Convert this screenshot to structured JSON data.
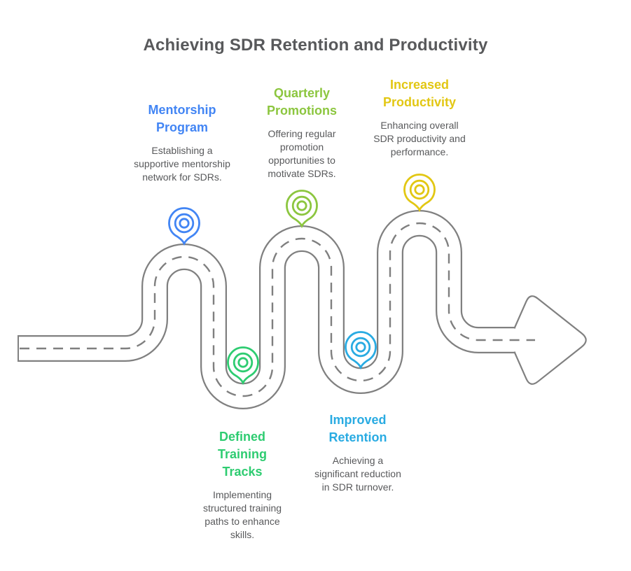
{
  "title": "Achieving SDR Retention and Productivity",
  "road": {
    "edge_color": "#808080",
    "dash_color": "#7f7f7f",
    "surface_color": "#ffffff"
  },
  "text_color": "#58595B",
  "milestones": [
    {
      "id": "mentorship-program",
      "title": "Mentorship Program",
      "description": "Establishing a supportive mentorship network for SDRs.",
      "color": "#4285F4",
      "pin": "blue-location-pin"
    },
    {
      "id": "defined-training-tracks",
      "title": "Defined Training Tracks",
      "description": "Implementing structured training paths to enhance skills.",
      "color": "#2ECC71",
      "pin": "green-location-pin"
    },
    {
      "id": "quarterly-promotions",
      "title": "Quarterly Promotions",
      "description": "Offering regular promotion opportunities to motivate SDRs.",
      "color": "#8CC63F",
      "pin": "lime-location-pin"
    },
    {
      "id": "improved-retention",
      "title": "Improved Retention",
      "description": "Achieving a significant reduction in SDR turnover.",
      "color": "#29ABE2",
      "pin": "cyan-location-pin"
    },
    {
      "id": "increased-productivity",
      "title": "Increased Productivity",
      "description": "Enhancing overall SDR productivity and performance.",
      "color": "#E2C713",
      "pin": "yellow-location-pin"
    }
  ]
}
